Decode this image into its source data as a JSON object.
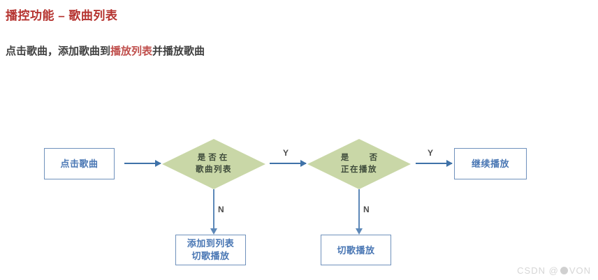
{
  "page": {
    "title": "播控功能 – 歌曲列表",
    "subtitle_before": "点击歌曲，添加歌曲到",
    "subtitle_highlight": "播放列表",
    "subtitle_after": "并播放歌曲",
    "title_color": "#b5332f",
    "highlight_color": "#c0504d",
    "background": "#ffffff"
  },
  "flowchart": {
    "process_border_color": "#6f91bc",
    "process_text_color": "#4a77b4",
    "decision_fill_color": "#c9d7a7",
    "decision_text_color": "#3d4a3a",
    "arrow_color": "#3f72a8",
    "nodes": {
      "start": {
        "label": "点击歌曲"
      },
      "decision_in_list": {
        "line1": "是否在",
        "line2": "歌曲列表"
      },
      "decision_playing": {
        "line1": "是 否",
        "line2": "正在播放"
      },
      "continue_play": {
        "label": "继续播放"
      },
      "add_to_list": {
        "line1": "添加到列表",
        "line2": "切歌播放"
      },
      "switch_song": {
        "label": "切歌播放"
      }
    },
    "edges": {
      "in_list_yes": "Y",
      "in_list_no": "N",
      "playing_yes": "Y",
      "playing_no": "N"
    }
  },
  "watermark": {
    "prefix": "CSDN @",
    "suffix": "VON"
  }
}
